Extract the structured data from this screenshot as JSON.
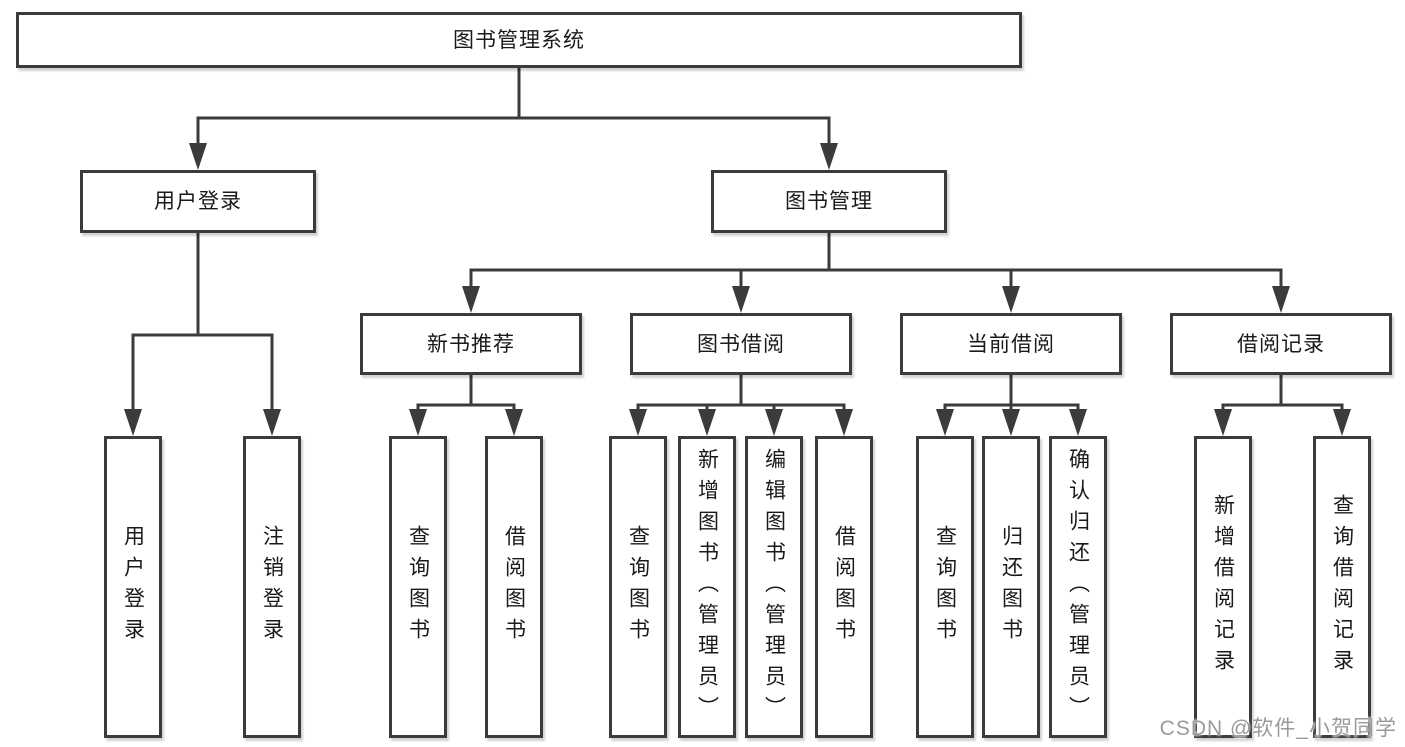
{
  "diagram": {
    "root": {
      "label": "图书管理系统"
    },
    "children": [
      {
        "label": "用户登录",
        "children": [
          {
            "label": "用户登录"
          },
          {
            "label": "注销登录"
          }
        ]
      },
      {
        "label": "图书管理",
        "children": [
          {
            "label": "新书推荐",
            "children": [
              {
                "label": "查询图书"
              },
              {
                "label": "借阅图书"
              }
            ]
          },
          {
            "label": "图书借阅",
            "children": [
              {
                "label": "查询图书"
              },
              {
                "label": "新增图书（管理员）"
              },
              {
                "label": "编辑图书（管理员）"
              },
              {
                "label": "借阅图书"
              }
            ]
          },
          {
            "label": "当前借阅",
            "children": [
              {
                "label": "查询图书"
              },
              {
                "label": "归还图书"
              },
              {
                "label": "确认归还（管理员）"
              }
            ]
          },
          {
            "label": "借阅记录",
            "children": [
              {
                "label": "新增借阅记录"
              },
              {
                "label": "查询借阅记录"
              }
            ]
          }
        ]
      }
    ]
  },
  "watermark": {
    "text": "CSDN @软件_小贺同学"
  },
  "colors": {
    "line": "#3b3b3b",
    "border": "#3b3b3b",
    "box_fill": "#ffffff",
    "text": "#1a1a1a",
    "watermark": "#9a9a9a"
  }
}
